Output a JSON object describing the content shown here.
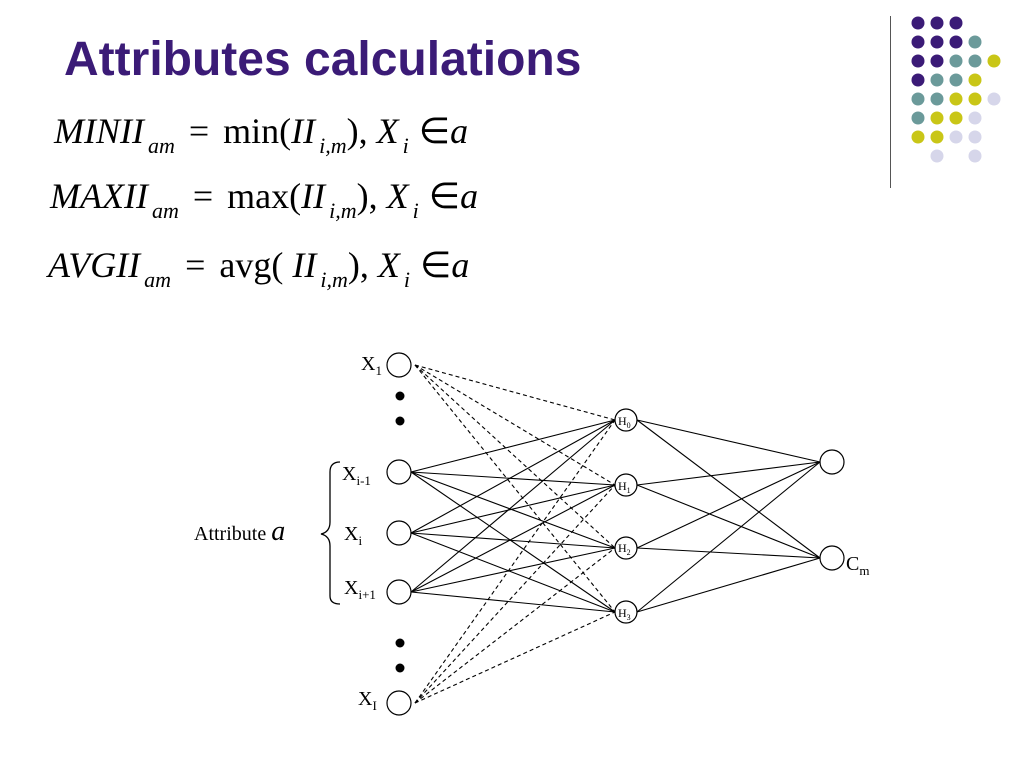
{
  "title": "Attributes calculations",
  "equations": [
    {
      "lhs": "MINII",
      "sub": "am",
      "fn": "min(",
      "arg": "II",
      "argsub": "i,m",
      "tail": "), ",
      "x": "X",
      "xsub": "i",
      "in": "∈",
      "set": "a"
    },
    {
      "lhs": "MAXII",
      "sub": "am",
      "fn": "max(",
      "arg": "II",
      "argsub": "i,m",
      "tail": "), ",
      "x": "X",
      "xsub": "i",
      "in": "∈",
      "set": "a"
    },
    {
      "lhs": "AVGII",
      "sub": "am",
      "fn": "avg( ",
      "arg": "II",
      "argsub": "i,m",
      "tail": "), ",
      "x": "X",
      "xsub": "i",
      "in": "∈",
      "set": "a"
    }
  ],
  "diagram": {
    "input_labels": [
      {
        "base": "X",
        "sub": "1"
      },
      {
        "base": "X",
        "sub": "i-1"
      },
      {
        "base": "X",
        "sub": "i"
      },
      {
        "base": "X",
        "sub": "i+1"
      },
      {
        "base": "X",
        "sub": "I"
      }
    ],
    "hidden_labels": [
      {
        "base": "H",
        "sub": "0"
      },
      {
        "base": "H",
        "sub": "1"
      },
      {
        "base": "H",
        "sub": "2"
      },
      {
        "base": "H",
        "sub": "3"
      }
    ],
    "output_label": {
      "base": "C",
      "sub": "m"
    },
    "group_label": "Attribute",
    "group_symbol": "a"
  },
  "decor_dot_colors": {
    "purple": "#3b1b77",
    "teal": "#6b9a9a",
    "olive": "#c9c617",
    "lavender": "#d6d6ea"
  },
  "accent_color": "#3b1b77"
}
